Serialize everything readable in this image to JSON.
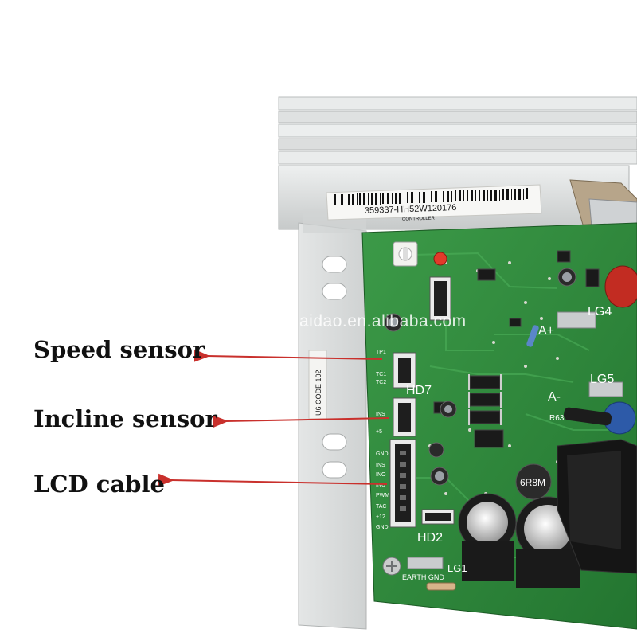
{
  "labels": {
    "speed_sensor": "Speed sensor",
    "incline_sensor": "Incline sensor",
    "lcd_cable": "LCD cable"
  },
  "watermark": "szmaidao.en.alibaba.com",
  "sticker": {
    "code": "359337-HH52W120176",
    "subtitle": "CONTROLLER"
  },
  "side_label": "U6 CODE 102",
  "board_marks": {
    "hd7": "HD7",
    "hd2": "HD2",
    "lg1": "LG1",
    "lg4": "LG4",
    "lg5": "LG5",
    "a_plus": "A+",
    "a_minus": "A-",
    "r63": "R63",
    "earth_gnd": "EARTH GND",
    "inductor": "6R8M",
    "pins_left": [
      "TP1",
      "TC1",
      "TC2",
      "INS",
      "+5",
      "GND",
      "INS",
      "INO",
      "INU",
      "PWM",
      "TAC",
      "+12",
      "GND"
    ]
  },
  "colors": {
    "pcb_green": "#2f8a3c",
    "heatsink": "#d6d8d8",
    "arrow": "#c9302c"
  }
}
